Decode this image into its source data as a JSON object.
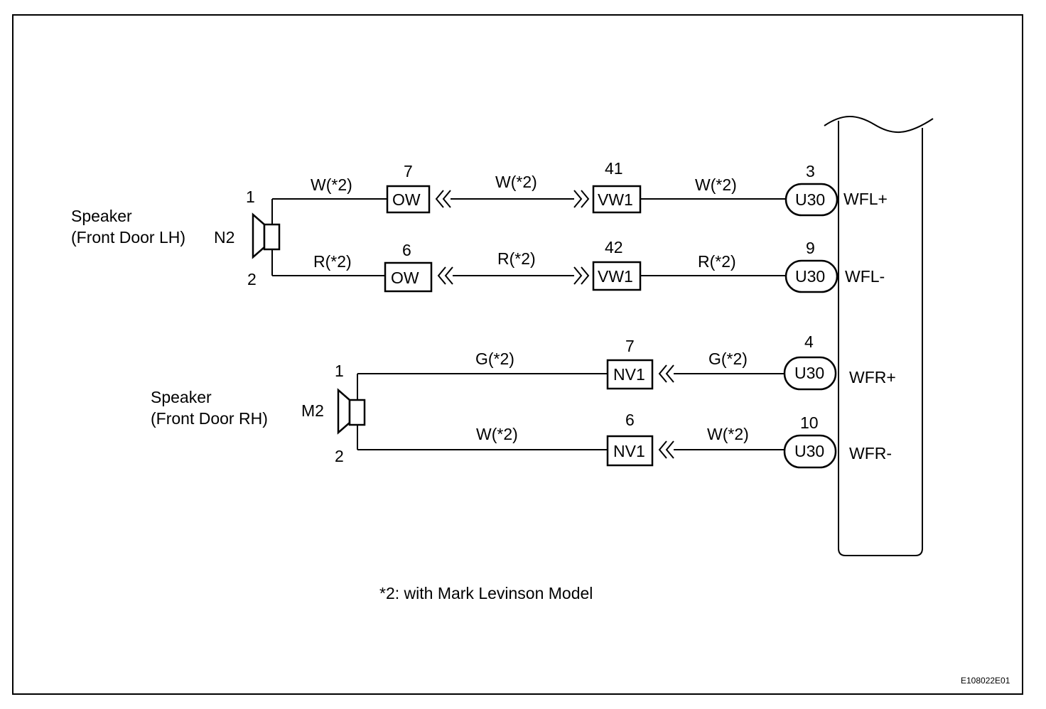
{
  "speakers": [
    {
      "title": "Speaker",
      "subtitle": "(Front Door LH)",
      "code": "N2",
      "pin_top": "1",
      "pin_bottom": "2"
    },
    {
      "title": "Speaker",
      "subtitle": "(Front Door RH)",
      "code": "M2",
      "pin_top": "1",
      "pin_bottom": "2"
    }
  ],
  "wires": {
    "lh_pos": {
      "seg1": "W(*2)",
      "conn1_name": "OW",
      "conn1_pin": "7",
      "seg2": "W(*2)",
      "conn2_name": "VW1",
      "conn2_pin": "41",
      "seg3": "W(*2)",
      "unit_name": "U30",
      "unit_pin": "3",
      "signal": "WFL+"
    },
    "lh_neg": {
      "seg1": "R(*2)",
      "conn1_name": "OW",
      "conn1_pin": "6",
      "seg2": "R(*2)",
      "conn2_name": "VW1",
      "conn2_pin": "42",
      "seg3": "R(*2)",
      "unit_name": "U30",
      "unit_pin": "9",
      "signal": "WFL-"
    },
    "rh_pos": {
      "seg1": "G(*2)",
      "conn1_name": "NV1",
      "conn1_pin": "7",
      "seg2": "G(*2)",
      "unit_name": "U30",
      "unit_pin": "4",
      "signal": "WFR+"
    },
    "rh_neg": {
      "seg1": "W(*2)",
      "conn1_name": "NV1",
      "conn1_pin": "6",
      "seg2": "W(*2)",
      "unit_name": "U30",
      "unit_pin": "10",
      "signal": "WFR-"
    }
  },
  "footnote": "*2: with Mark Levinson Model",
  "figure_code": "E108022E01"
}
